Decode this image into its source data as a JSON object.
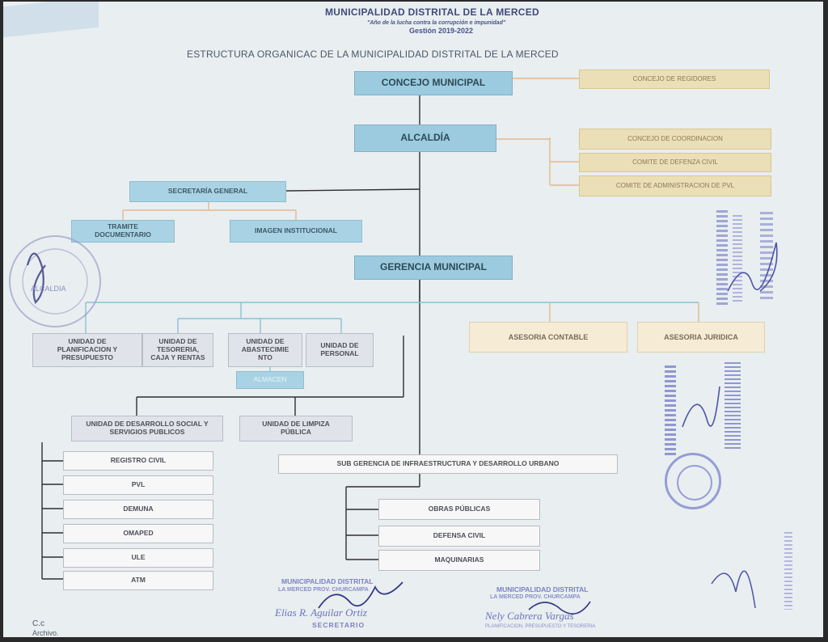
{
  "header": {
    "municipality": "MUNICIPALIDAD DISTRITAL DE LA MERCED",
    "motto": "\"Año de la lucha contra la corrupción e impunidad\"",
    "period": "Gestión 2019-2022",
    "title": "ESTRUCTURA ORGANICAC DE LA MUNICIPALIDAD DISTRITAL DE LA MERCED"
  },
  "chart": {
    "concejo": "CONCEJO MUNICIPAL",
    "regidores": "CONCEJO DE REGIDORES",
    "alcaldia": "ALCALDÍA",
    "coordinacion": "CONCEJO DE COORDINACION",
    "defensa_civil_comite": "COMITE DE DEFENZA CIVIL",
    "pvl_comite": "COMITE DE ADMINISTRACION DE PVL",
    "secretaria": "SECRETARÍA GENERAL",
    "tramite": "TRAMITE DOCUMENTARIO",
    "imagen": "IMAGEN INSTITUCIONAL",
    "gerencia": "GERENCIA MUNICIPAL",
    "planificacion": "UNIDAD DE PLANIFICACION Y PRESUPUESTO",
    "tesoreria": "UNIDAD DE TESORERIA, CAJA Y RENTAS",
    "abastecimiento": "UNIDAD DE ABASTECIMIE NTO",
    "almacen": "ALMACEN",
    "personal": "UNIDAD DE PERSONAL",
    "asesoria_contable": "ASESORIA CONTABLE",
    "asesoria_juridica": "ASESORIA JURIDICA",
    "desarrollo_social": "UNIDAD DE DESARROLLO SOCIAL Y SERVIGIOS PUBLICOS",
    "limpieza": "UNIDAD DE LIMPIZA PÚBLICA",
    "infraestructura": "SUB GERENCIA DE INFRAESTRUCTURA Y DESARROLLO URBANO",
    "social_units": [
      "REGISTRO CIVIL",
      "PVL",
      "DEMUNA",
      "OMAPED",
      "ULE",
      "ATM"
    ],
    "infra_units": [
      "OBRAS PÚBLICAS",
      "DEFENSA CIVIL",
      "MAQUINARIAS"
    ]
  },
  "stamps": {
    "seal_text": "ALCALDIA",
    "stamp_left_title": "MUNICIPALIDAD DISTRITAL",
    "stamp_left_sub": "LA MERCED PROV. CHURCAMPA",
    "stamp_left_name": "Elias R. Aguilar Ortiz",
    "stamp_left_role": "SECRETARIO",
    "stamp_right_title": "MUNICIPALIDAD DISTRITAL",
    "stamp_right_sub": "LA MERCED PROV. CHURCAMPA",
    "stamp_right_name": "Nely Cabrera Vargas",
    "stamp_right_role": "PLANIFICACION, PRESUPUESTO Y TESORERIA"
  },
  "footer": {
    "cc": "C.c",
    "archivo": "Archivo."
  },
  "colors": {
    "blue_box": "#a9d3e4",
    "tan_box": "#eadfb7",
    "cream_box": "#f6ecd6",
    "grey_box": "#e1e3ea",
    "connector_dark": "#2f2f2f",
    "connector_blue": "#8cc0d6",
    "connector_orange": "#e3b98d",
    "stamp_ink": "#6a72c4"
  }
}
